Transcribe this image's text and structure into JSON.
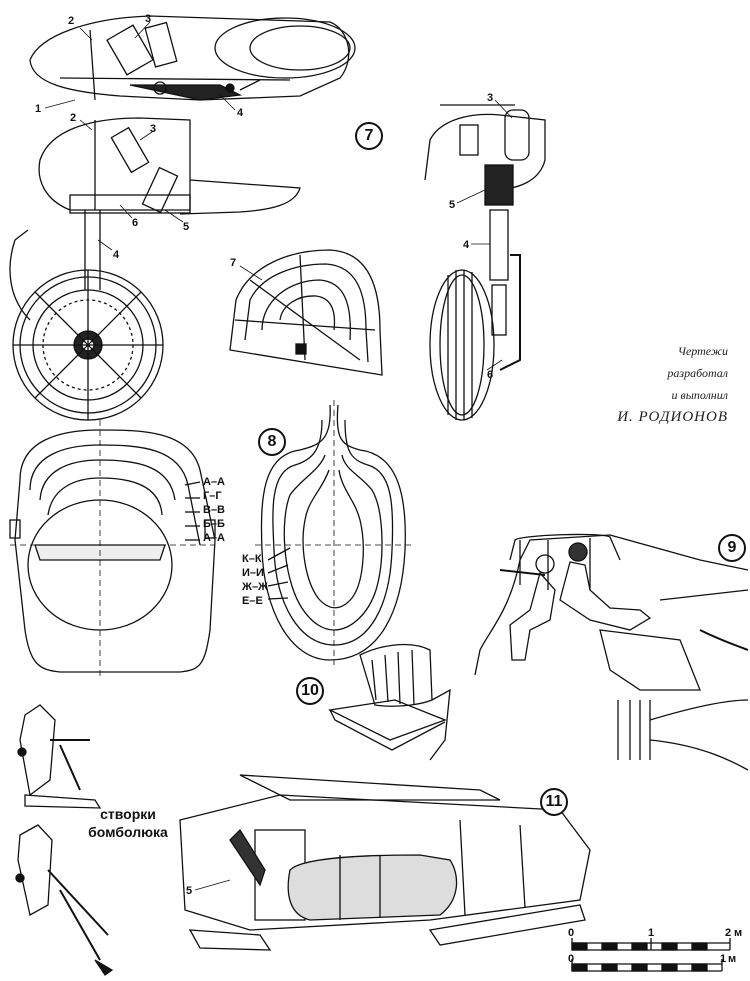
{
  "credit": {
    "line1": "Чертежи",
    "line2": "разработал",
    "line3": "и выполнил",
    "author": "И. РОДИОНОВ"
  },
  "caption": {
    "line1": "створки",
    "line2": "бомболюка"
  },
  "section_numbers": [
    "7",
    "8",
    "9",
    "10",
    "11"
  ],
  "part_numbers": [
    "1",
    "2",
    "3",
    "4",
    "5",
    "6",
    "7"
  ],
  "section_labels_left": [
    "А–А",
    "Г–Г",
    "В–В",
    "Б–Б",
    "А–А"
  ],
  "section_labels_right": [
    "К–К",
    "И–И",
    "Ж–Ж",
    "Е–Е"
  ],
  "scale_bar": {
    "top": {
      "ticks": [
        "0",
        "1",
        "2"
      ],
      "unit": "м"
    },
    "bottom": {
      "ticks": [
        "0",
        "1"
      ],
      "unit": "м"
    }
  }
}
